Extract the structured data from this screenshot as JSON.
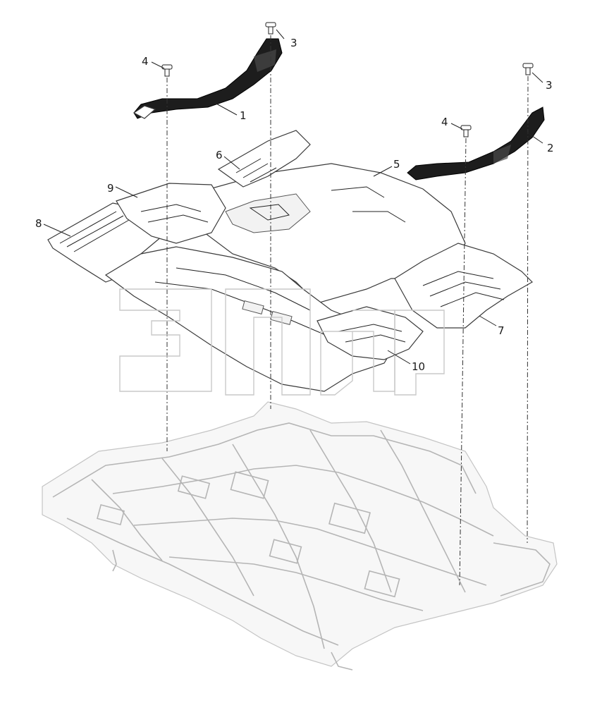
{
  "diagram": {
    "callouts": [
      {
        "id": "c1",
        "label": "1"
      },
      {
        "id": "c2",
        "label": "2"
      },
      {
        "id": "c3a",
        "label": "3"
      },
      {
        "id": "c3b",
        "label": "3"
      },
      {
        "id": "c4a",
        "label": "4"
      },
      {
        "id": "c4b",
        "label": "4"
      },
      {
        "id": "c5",
        "label": "5"
      },
      {
        "id": "c6",
        "label": "6"
      },
      {
        "id": "c7",
        "label": "7"
      },
      {
        "id": "c8",
        "label": "8"
      },
      {
        "id": "c9",
        "label": "9"
      },
      {
        "id": "c10",
        "label": "10"
      }
    ]
  },
  "colors": {
    "line": "#3a3a3a",
    "frame": "#b5b5b5",
    "bracket": "#1d1d1d",
    "watermark": "#c9c9c9"
  }
}
